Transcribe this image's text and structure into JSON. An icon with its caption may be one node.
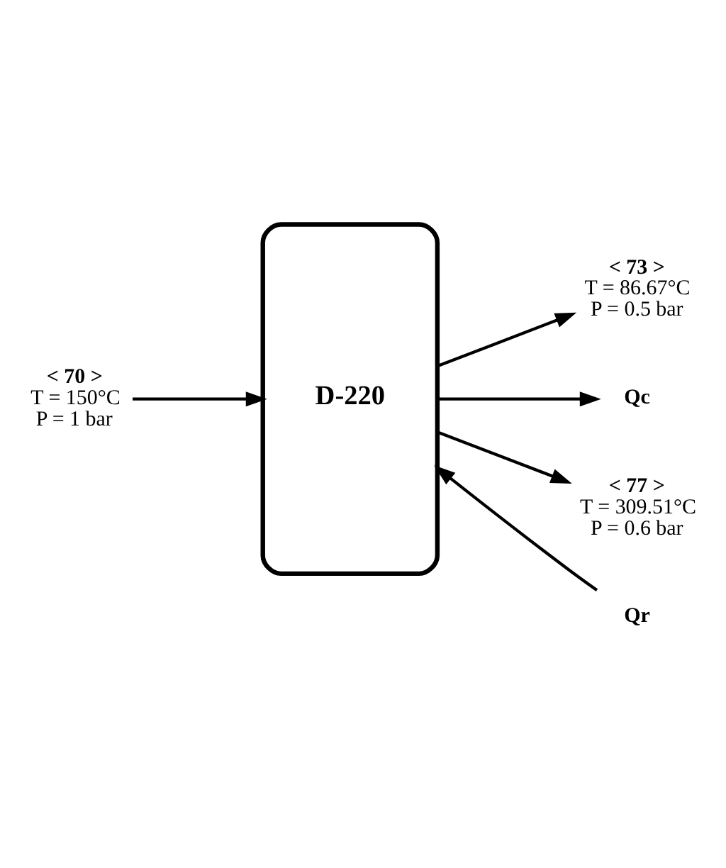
{
  "diagram": {
    "nodes": [
      {
        "text": [
          "D-220"
        ]
      },
      {
        "text": [
          "< 70 >",
          "T = 150°C",
          "P = 1 bar"
        ]
      },
      {
        "text": [
          "< 73 >",
          "T = 86.67°C",
          "P = 0.5 bar"
        ]
      },
      {
        "text": [
          "Qc"
        ]
      },
      {
        "text": [
          "Qr"
        ]
      },
      {
        "text": [
          "< 77 >",
          "T = 309.51°C",
          "P = 0.6 bar"
        ]
      }
    ],
    "edges": [
      {
        "from": 1,
        "to": 0,
        "arrow": "to"
      },
      {
        "from": 0,
        "to": 2,
        "arrow": "to"
      },
      {
        "from": 0,
        "to": 3,
        "arrow": "to"
      },
      {
        "from": 4,
        "to": 0,
        "arrow": "to"
      },
      {
        "from": 0,
        "to": 5,
        "arrow": "to"
      }
    ]
  }
}
